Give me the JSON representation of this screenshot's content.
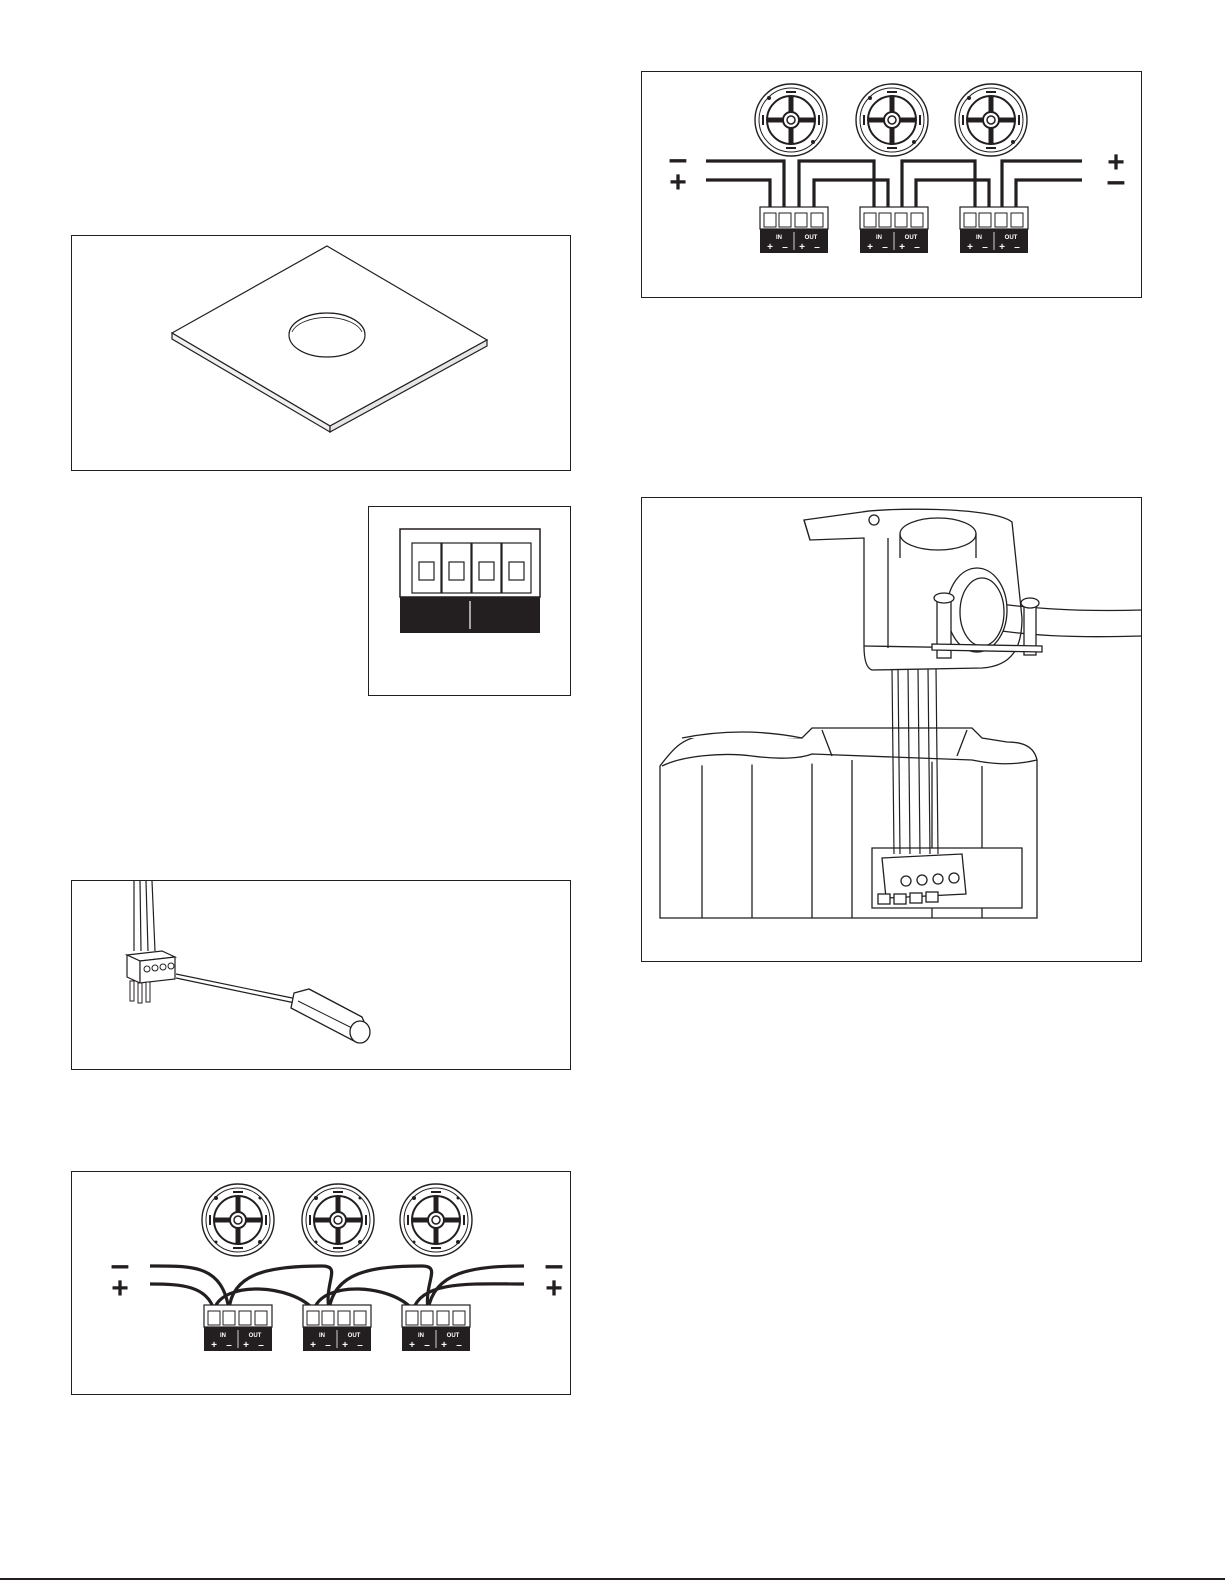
{
  "terminal": {
    "in_label": "IN",
    "out_label": "OUT",
    "plus": "+",
    "minus": "–"
  },
  "wiring_parallel": {
    "left_top_sign": "–",
    "left_bottom_sign": "+",
    "right_top_sign": "–",
    "right_bottom_sign": "+"
  },
  "wiring_series": {
    "left_top_sign": "–",
    "left_bottom_sign": "+",
    "right_top_sign": "+",
    "right_bottom_sign": "–"
  },
  "colors": {
    "line": "#231f20",
    "paper": "#ffffff",
    "panel_fill": "#f4f4f4"
  },
  "icons": {
    "ceiling_tile": "ceiling-tile-cutout-illustration",
    "connector": "four-position-terminal-connector",
    "screwdriver": "screwdriver-with-connector",
    "speaker": "speaker-top-view",
    "bracket": "speaker-bracket-and-cable-clamp"
  }
}
